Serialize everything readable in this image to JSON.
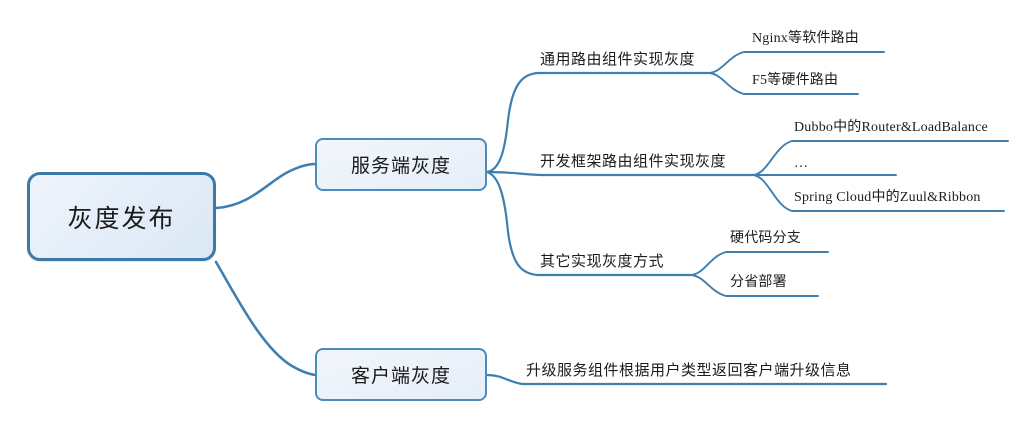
{
  "diagram": {
    "type": "mind-map",
    "title": "灰度发布",
    "root": {
      "label": "灰度发布"
    },
    "branches": [
      {
        "label": "服务端灰度",
        "children": [
          {
            "label": "通用路由组件实现灰度",
            "children": [
              {
                "label": "Nginx等软件路由"
              },
              {
                "label": "F5等硬件路由"
              }
            ]
          },
          {
            "label": "开发框架路由组件实现灰度",
            "children": [
              {
                "label": "Dubbo中的Router&LoadBalance"
              },
              {
                "label": "…"
              },
              {
                "label": "Spring Cloud中的Zuul&Ribbon"
              }
            ]
          },
          {
            "label": "其它实现灰度方式",
            "children": [
              {
                "label": "硬代码分支"
              },
              {
                "label": "分省部署"
              }
            ]
          }
        ]
      },
      {
        "label": "客户端灰度",
        "children": [
          {
            "label": "升级服务组件根据用户类型返回客户端升级信息",
            "children": []
          }
        ]
      }
    ],
    "colors": {
      "root_border": "#3b7aa8",
      "root_fill": "#e8f0f9",
      "branch_border": "#4a8cbd",
      "branch_fill": "#edf3fa",
      "link": "#3f7fb0",
      "text": "#1a1a1a",
      "background": "#ffffff"
    }
  }
}
